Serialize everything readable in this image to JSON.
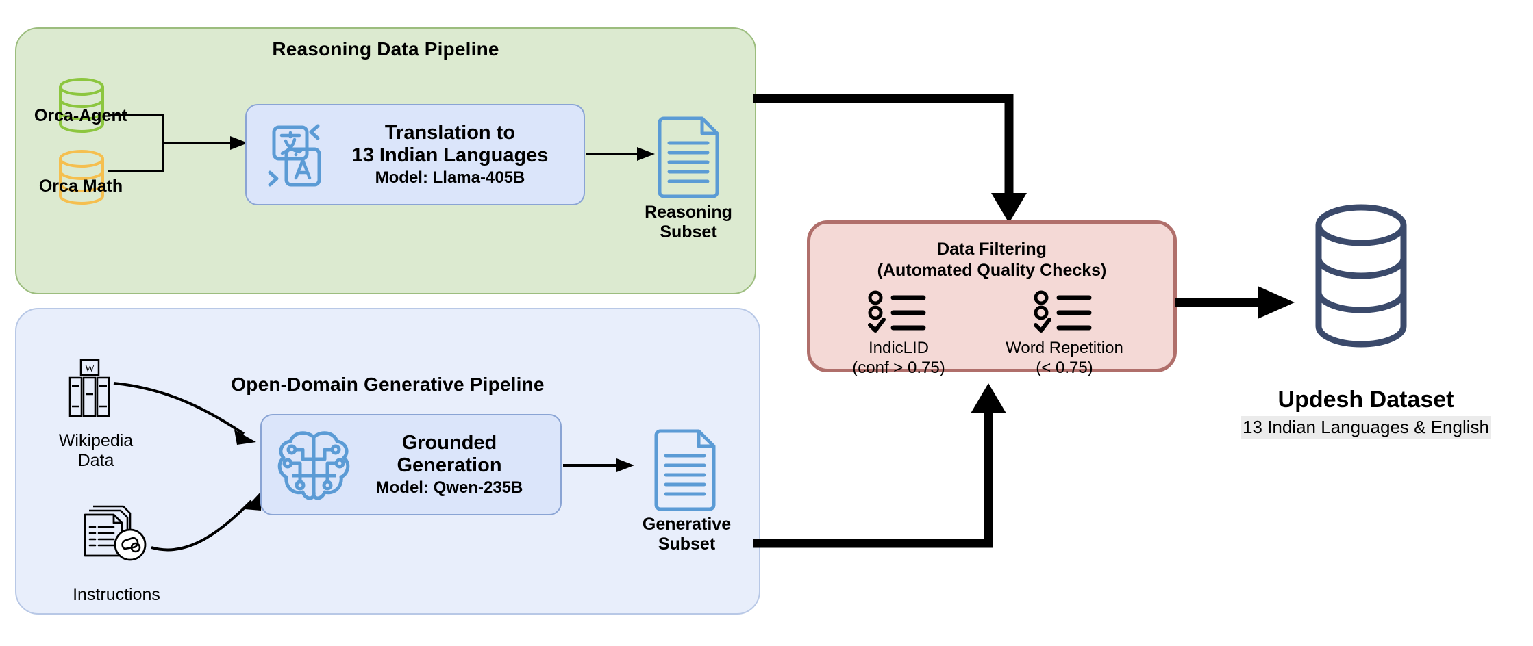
{
  "diagram": {
    "title": "Updesh dataset construction pipeline",
    "colors": {
      "reasoning_panel_fill": "#dcead0",
      "reasoning_panel_stroke": "#9cbd7e",
      "generative_panel_fill": "#e8eefb",
      "generative_panel_stroke": "#b8c8e6",
      "filter_panel_fill": "#f4d9d6",
      "filter_panel_stroke": "#b06f6b",
      "process_box_fill": "#dbe5fa",
      "process_box_stroke": "#8aa4d4",
      "doc_icon": "#5b9bd5",
      "db_green": "#8cc63f",
      "db_orange": "#f5bf4f",
      "db_navy": "#3b4a6b",
      "arrow": "#000000",
      "highlight": "#ebebeb"
    }
  },
  "reasoning_pipeline": {
    "title": "Reasoning Data Pipeline",
    "sources": [
      {
        "label": "Orca-Agent",
        "icon": "database-icon",
        "color": "#8cc63f"
      },
      {
        "label": "Orca Math",
        "icon": "database-icon",
        "color": "#f5bf4f"
      }
    ],
    "process": {
      "icon": "translate-icon",
      "line1": "Translation to",
      "line2": "13 Indian Languages",
      "model": "Model: Llama-405B"
    },
    "output": {
      "icon": "document-icon",
      "label_line1": "Reasoning",
      "label_line2": "Subset"
    }
  },
  "generative_pipeline": {
    "title": "Open-Domain Generative Pipeline",
    "sources": [
      {
        "label_line1": "Wikipedia",
        "label_line2": "Data",
        "icon": "wikipedia-books-icon"
      },
      {
        "label_line1": "Instructions",
        "label_line2": "",
        "icon": "instruction-documents-icon"
      }
    ],
    "process": {
      "icon": "brain-circuit-icon",
      "line1": "Grounded",
      "line2": "Generation",
      "model": "Model: Qwen-235B"
    },
    "output": {
      "icon": "document-icon",
      "label_line1": "Generative",
      "label_line2": "Subset"
    }
  },
  "filtering": {
    "heading_line1": "Data Filtering",
    "heading_line2": "(Automated Quality Checks)",
    "checks": [
      {
        "icon": "checklist-icon",
        "name": "IndicLID",
        "threshold": "(conf > 0.75)"
      },
      {
        "icon": "checklist-icon",
        "name": "Word Repetition",
        "threshold": "(< 0.75)"
      }
    ]
  },
  "final_output": {
    "icon": "database-stack-icon",
    "title": "Updesh Dataset",
    "subtitle": "13 Indian Languages & English"
  }
}
